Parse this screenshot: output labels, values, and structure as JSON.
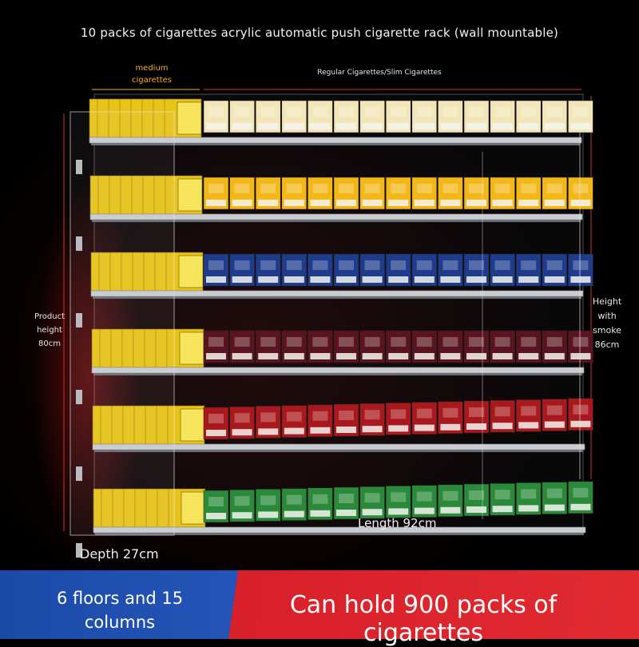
{
  "title": "10 packs of cigarettes acrylic automatic push cigarette rack (wall mountable)",
  "labels": {
    "medium": "medium cigarettes",
    "regular": "Regular Cigarettes/Slim Cigarettes",
    "product_height": [
      "Product",
      "height",
      "80cm"
    ],
    "height_with_smoke": [
      "Height",
      "with",
      "smoke",
      "86cm"
    ],
    "length": "Length 92cm",
    "depth": "Depth 27cm"
  },
  "banner": {
    "left": [
      "6 floors and 15",
      "columns"
    ],
    "right": "Can hold 900 packs of cigarettes"
  },
  "colors": {
    "banner_blue": "#2454b8",
    "banner_red": "#e02a30",
    "medium_label": "#f0b020"
  },
  "shelves": {
    "floors": 6,
    "columns": 15,
    "pack_colors": [
      "#f2e6b8",
      "#f3b818",
      "#1f3c8c",
      "#5a1420",
      "#a8181c",
      "#2a8a3a"
    ]
  }
}
